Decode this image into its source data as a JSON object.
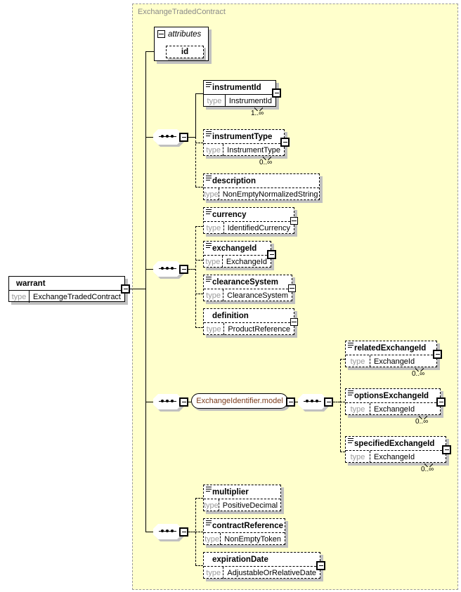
{
  "diagram": {
    "kind": "xsd-element-diagram",
    "background": "#ffffff",
    "region_fill": "#ffffcc",
    "region_border": "#9a9a9a",
    "type_label": "ExchangeTradedContract"
  },
  "root": {
    "name": "warrant",
    "type_label": "type",
    "type_value": "ExchangeTradedContract"
  },
  "attributes": {
    "title": "attributes",
    "items": [
      {
        "name": "id"
      }
    ]
  },
  "type_prefix": "type",
  "elements": {
    "instrumentId": {
      "name": "instrumentId",
      "type": "InstrumentId",
      "occurs": "1..∞"
    },
    "instrumentType": {
      "name": "instrumentType",
      "type": "InstrumentType",
      "occurs": "0..∞"
    },
    "description": {
      "name": "description",
      "type": "NonEmptyNormalizedString",
      "occurs": ""
    },
    "currency": {
      "name": "currency",
      "type": "IdentifiedCurrency",
      "occurs": ""
    },
    "exchangeId": {
      "name": "exchangeId",
      "type": "ExchangeId",
      "occurs": ""
    },
    "clearanceSystem": {
      "name": "clearanceSystem",
      "type": "ClearanceSystem",
      "occurs": ""
    },
    "definition": {
      "name": "definition",
      "type": "ProductReference",
      "occurs": ""
    },
    "relatedExchangeId": {
      "name": "relatedExchangeId",
      "type": "ExchangeId",
      "occurs": "0..∞"
    },
    "optionsExchangeId": {
      "name": "optionsExchangeId",
      "type": "ExchangeId",
      "occurs": "0..∞"
    },
    "specifiedExchangeId": {
      "name": "specifiedExchangeId",
      "type": "ExchangeId",
      "occurs": "0..∞"
    },
    "multiplier": {
      "name": "multiplier",
      "type": "PositiveDecimal",
      "occurs": ""
    },
    "contractReference": {
      "name": "contractReference",
      "type": "NonEmptyToken",
      "occurs": ""
    },
    "expirationDate": {
      "name": "expirationDate",
      "type": "AdjustableOrRelativeDate",
      "occurs": ""
    }
  },
  "model_group": {
    "name": "ExchangeIdentifier.model"
  }
}
